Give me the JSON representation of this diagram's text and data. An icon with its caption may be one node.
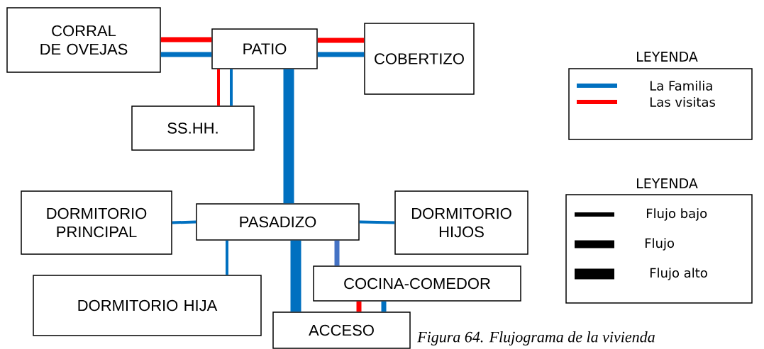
{
  "diagram": {
    "caption": "Figura 64. Flujograma de la vivienda",
    "nodes": [
      {
        "text": [
          "CORRAL DE OVEJAS"
        ]
      },
      {
        "text": [
          "PATIO"
        ]
      },
      {
        "text": [
          "COBERTIZO"
        ]
      },
      {
        "text": [
          "SS.HH."
        ]
      },
      {
        "text": [
          "DORMITORIO PRINCIPAL"
        ]
      },
      {
        "text": [
          "PASADIZO"
        ]
      },
      {
        "text": [
          "DORMITORIO HIJOS"
        ]
      },
      {
        "text": [
          "DORMITORIO HIJA"
        ]
      },
      {
        "text": [
          "COCINA-COMEDOR"
        ]
      },
      {
        "text": [
          "ACCESO"
        ]
      }
    ],
    "edges": [
      {
        "from": 0,
        "to": 1,
        "arrow": "none",
        "color": "#ff0000"
      },
      {
        "from": 0,
        "to": 1,
        "arrow": "none"
      },
      {
        "from": 1,
        "to": 2,
        "arrow": "none",
        "color": "#ff0000"
      },
      {
        "from": 1,
        "to": 2,
        "arrow": "none"
      },
      {
        "from": 1,
        "to": 3,
        "arrow": "none",
        "color": "#ff0000"
      },
      {
        "from": 1,
        "to": 3,
        "arrow": "none"
      },
      {
        "from": 1,
        "to": 5,
        "arrow": "none",
        "style": "thick"
      },
      {
        "from": 5,
        "to": 4,
        "arrow": "none"
      },
      {
        "from": 5,
        "to": 6,
        "arrow": "none"
      },
      {
        "from": 5,
        "to": 7,
        "arrow": "none"
      },
      {
        "from": 5,
        "to": 9,
        "arrow": "none",
        "style": "thick"
      },
      {
        "from": 5,
        "to": 8,
        "arrow": "none",
        "color": "#4472c4"
      },
      {
        "from": 8,
        "to": 9,
        "arrow": "none",
        "color": "#ff0000"
      },
      {
        "from": 8,
        "to": 9,
        "arrow": "none"
      }
    ],
    "labels": [
      "LEYENDA",
      "LEYENDA"
    ],
    "legend": [
      {
        "text": "La Familia",
        "color": "#0070c0"
      },
      {
        "text": "Las visitas",
        "color": "#ff0000"
      },
      {
        "text": "Flujo bajo"
      },
      {
        "text": "Flujo"
      },
      {
        "text": "Flujo alto"
      }
    ]
  }
}
